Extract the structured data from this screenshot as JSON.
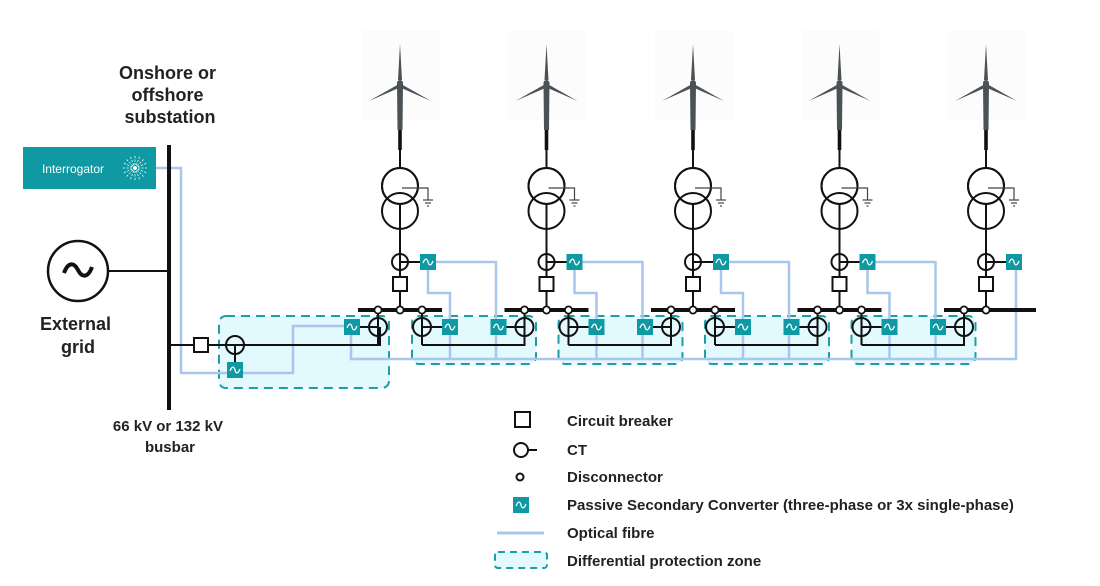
{
  "labels": {
    "substation": [
      "Onshore or",
      "offshore",
      "substation"
    ],
    "external_grid": [
      "External",
      "grid"
    ],
    "busbar": [
      "66 kV or 132 kV",
      "busbar"
    ],
    "interrogator": "Interrogator"
  },
  "turbine_count": 5,
  "legend": [
    {
      "symbol": "circuit-breaker",
      "label": "Circuit breaker"
    },
    {
      "symbol": "ct",
      "label": "CT"
    },
    {
      "symbol": "disconnector",
      "label": "Disconnector"
    },
    {
      "symbol": "psc",
      "label": "Passive Secondary Converter (three-phase or 3x single-phase)"
    },
    {
      "symbol": "optical-fibre",
      "label": "Optical fibre"
    },
    {
      "symbol": "protection-zone",
      "label": "Differential protection zone"
    }
  ],
  "colors": {
    "teal": "#0f9aa3",
    "fibre": "#a9c7ec",
    "zone_fill": "#e2f9fd",
    "zone_stroke": "#1a9fa8",
    "line": "#111111",
    "turbine": "#4a5256"
  }
}
